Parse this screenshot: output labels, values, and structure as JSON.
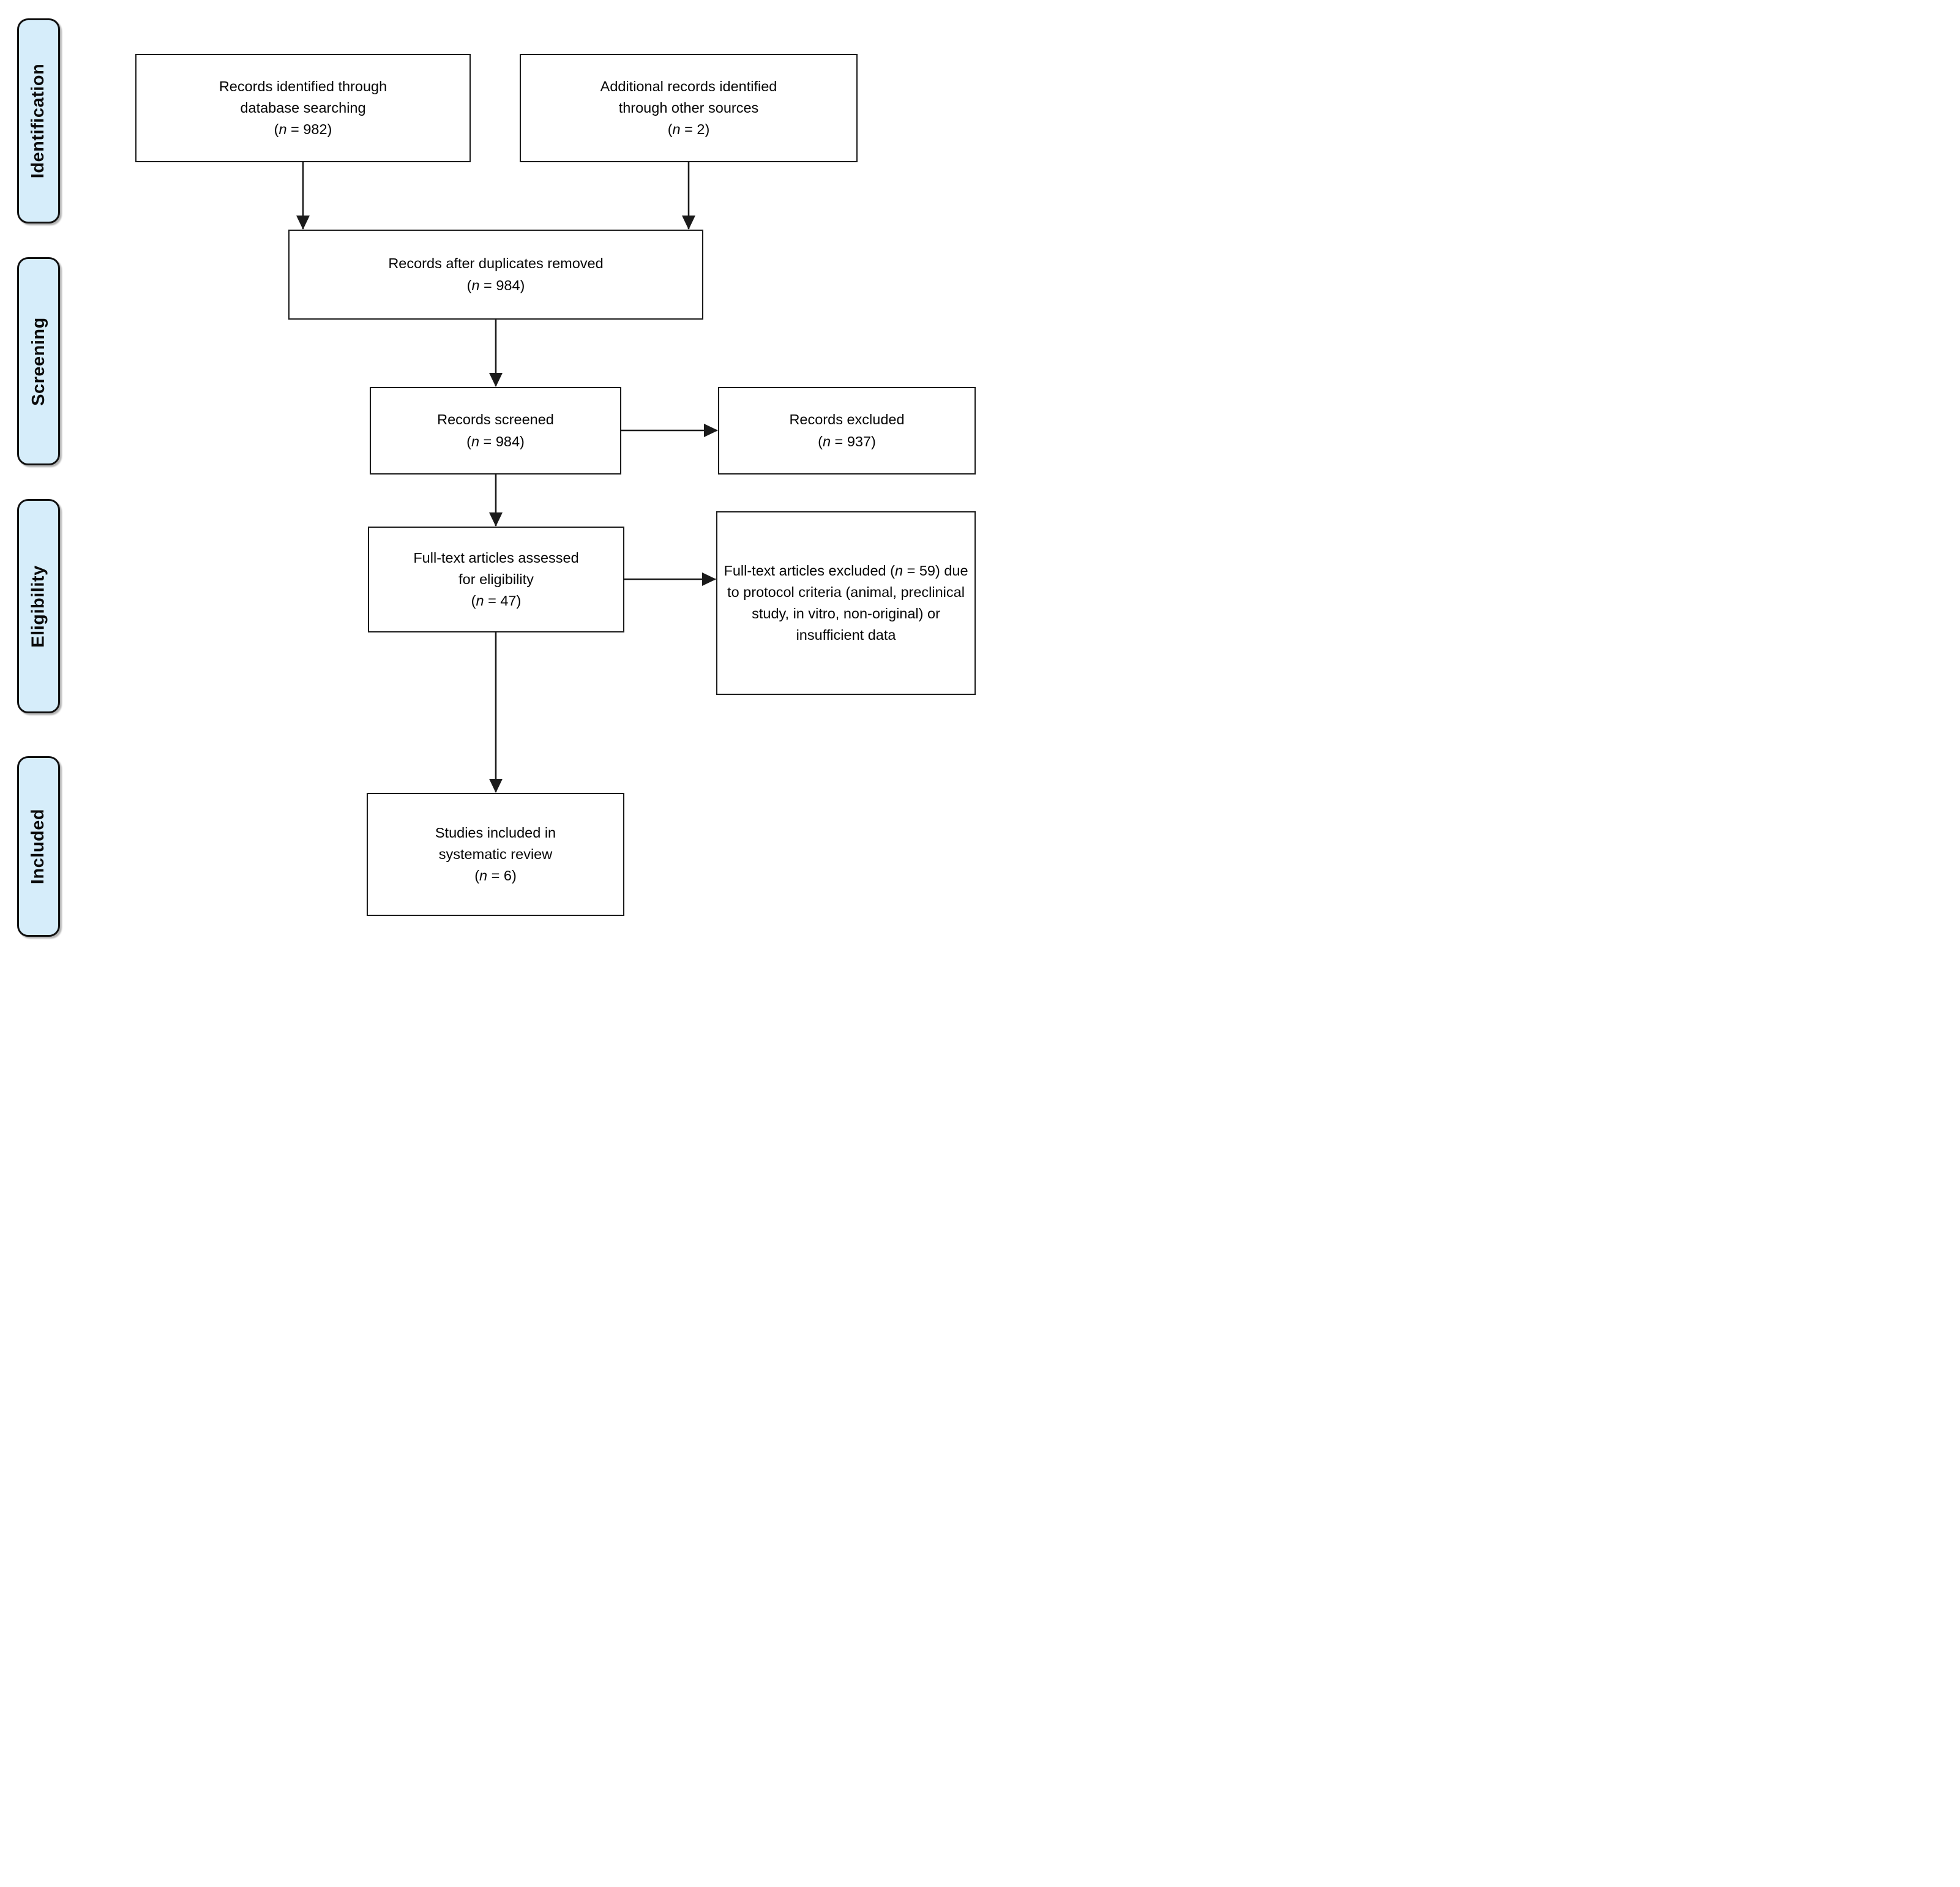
{
  "stages": [
    {
      "label": "Identification"
    },
    {
      "label": "Screening"
    },
    {
      "label": "Eligibility"
    },
    {
      "label": "Included"
    }
  ],
  "boxes": {
    "db_search": {
      "line1": "Records identified through",
      "line2": "database searching",
      "count_open": "(",
      "count_n": "n",
      "count_rest": " = 982)"
    },
    "other_sources": {
      "line1": "Additional records identified",
      "line2": "through other sources",
      "count_open": "(",
      "count_n": "n",
      "count_rest": " = 2)"
    },
    "dedup": {
      "line1": "Records after duplicates removed",
      "count_open": "(",
      "count_n": "n",
      "count_rest": " = 984)"
    },
    "screened": {
      "line1": "Records screened",
      "count_open": "(",
      "count_n": "n",
      "count_rest": " = 984)"
    },
    "records_excluded": {
      "line1": "Records excluded",
      "count_open": "(",
      "count_n": "n",
      "count_rest": " = 937)"
    },
    "fulltext_assessed": {
      "line1": "Full-text articles assessed",
      "line2": "for eligibility",
      "count_open": "(",
      "count_n": "n",
      "count_rest": " = 47)"
    },
    "fulltext_excluded": {
      "seg1": "Full-text articles excluded (",
      "n": "n",
      "seg2": " = 59) due to protocol criteria (animal, preclinical study, in vitro, non-original) or insufficient data"
    },
    "included": {
      "line1": "Studies included in",
      "line2": "systematic review",
      "count_open": "(",
      "count_n": "n",
      "count_rest": " = 6)"
    }
  },
  "colors": {
    "stage_fill": "#d6edfa",
    "stage_border": "#111111",
    "box_border": "#1b1b1b",
    "arrow": "#1b1b1b",
    "text": "#050505",
    "background": "#ffffff"
  }
}
